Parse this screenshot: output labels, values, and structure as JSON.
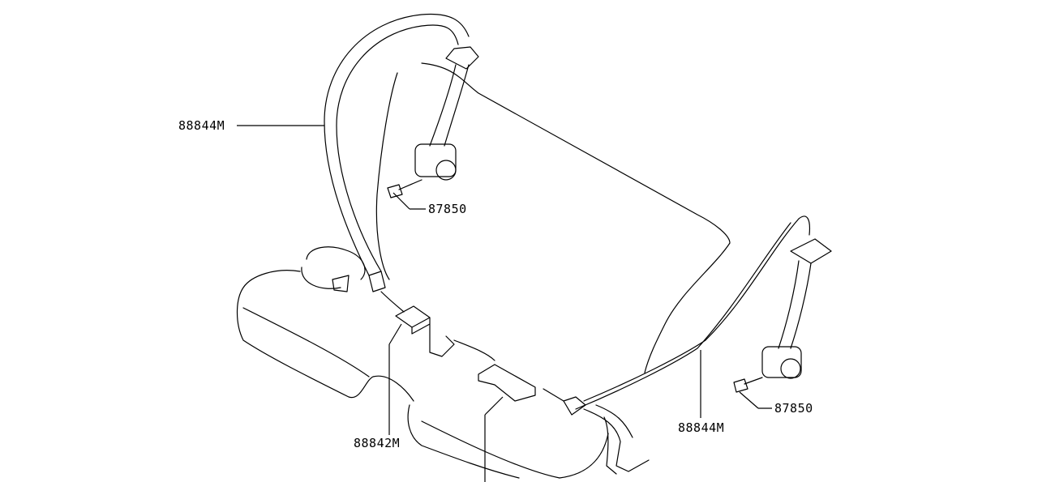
{
  "diagram": {
    "title": "Rear seat belt assembly parts diagram",
    "callouts": [
      {
        "part": "88844M",
        "name": "left-seat-belt"
      },
      {
        "part": "87850",
        "name": "left-bolt"
      },
      {
        "part": "87850",
        "name": "right-bolt"
      },
      {
        "part": "88844M",
        "name": "right-seat-belt"
      },
      {
        "part": "88842M",
        "name": "center-buckle"
      }
    ]
  }
}
